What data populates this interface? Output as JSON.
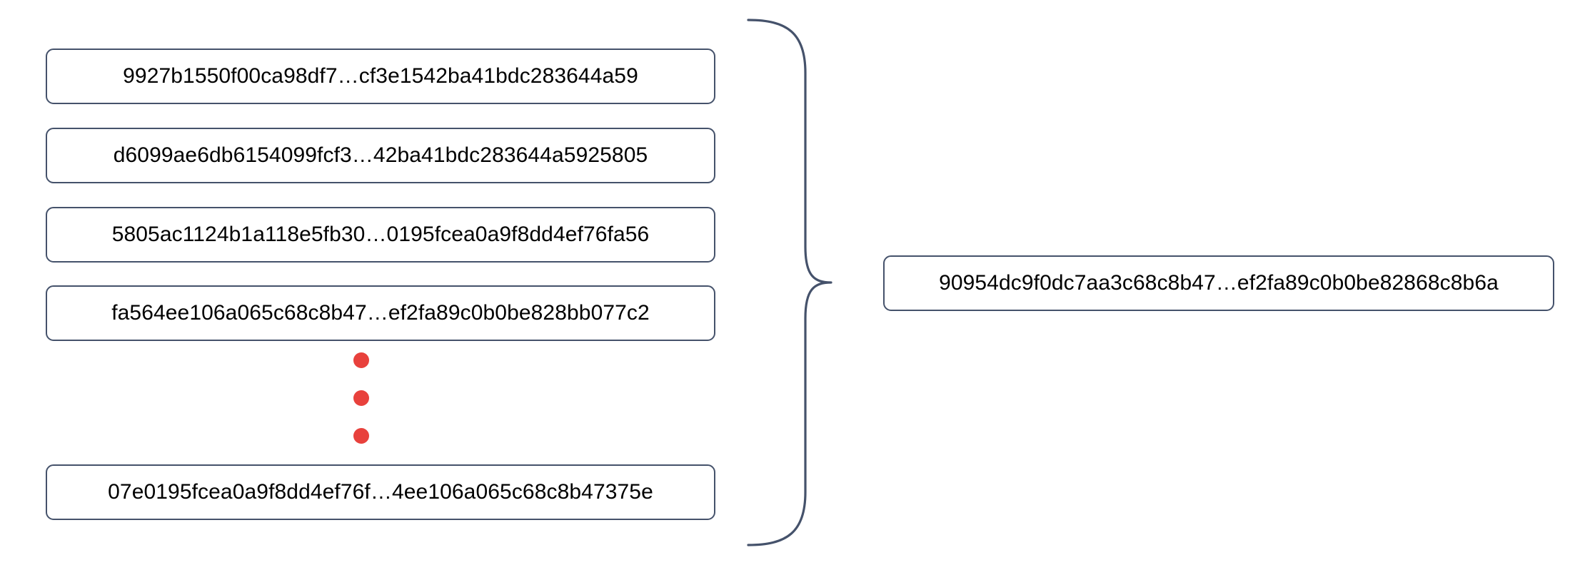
{
  "diagram": {
    "type": "merkle-hash-aggregation",
    "colors": {
      "box_border": "#45526b",
      "box_fill": "#ffffff",
      "text": "#000000",
      "ellipsis_dot": "#e8413c",
      "brace_stroke": "#45526b"
    },
    "input_group": {
      "label": "input-hash-list",
      "items": [
        {
          "id": "hash-1",
          "text": "9927b1550f00ca98df7…cf3e1542ba41bdc283644a59"
        },
        {
          "id": "hash-2",
          "text": "d6099ae6db6154099fcf3…42ba41bdc283644a5925805"
        },
        {
          "id": "hash-3",
          "text": "5805ac1124b1a118e5fb30…0195fcea0a9f8dd4ef76fa56"
        },
        {
          "id": "hash-4",
          "text": "fa564ee106a065c68c8b47…ef2fa89c0b0be828bb077c2"
        },
        {
          "id": "hash-last",
          "text": "07e0195fcea0a9f8dd4ef76f…4ee106a065c68c8b47375e"
        }
      ],
      "ellipsis": {
        "label": "vertical-ellipsis",
        "dot_count": 3
      }
    },
    "connector": {
      "label": "right-pointing-curly-brace",
      "direction": "left-group-to-right-result"
    },
    "output": {
      "label": "aggregate-hash",
      "text": "90954dc9f0dc7aa3c68c8b47…ef2fa89c0b0be82868c8b6a"
    }
  }
}
